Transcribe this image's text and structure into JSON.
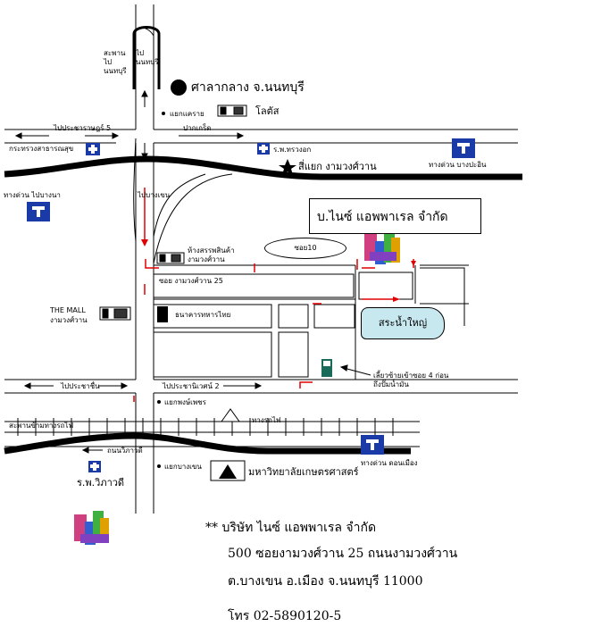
{
  "map": {
    "company_box": "บ.ไนซ์ แอพพาเรล จำกัด",
    "soi10": "ซอย10",
    "lake": "สระน้ำใหญ่",
    "city_hall": "ศาลากลาง จ.นนทบุรี",
    "lotus": "โลตัส",
    "intersection": "สี่แยก งามวงศ์วาน",
    "hospital_chaloem": "ร.พ.ทรวงอก",
    "to_pracharat5": "ไปประชาราษฎร์ 5",
    "to_pakkret": "ปากเกร็ด",
    "ministry": "กระทรวงสาธารณสุข",
    "expressway_to_bangna": "ทางด่วน ไปบางนา",
    "expressway_bangpa_in": "ทางด่วน บางปะอิน",
    "shop_ngamwongwan": "ห้างสรรพสินค้า งามวงศ์วาน",
    "soi25": "ซอย งามวงศ์วาน 25",
    "the_mall": "THE MALL",
    "the_mall_sub": "งามวงศ์วาน",
    "thai_military_bank": "ธนาคารทหารไทย",
    "gas_station_note": "เลี้ยวซ้ายเข้าซอย 4 ก่อนถึงปั๊มน้ำมัน",
    "to_prachachuen": "ไปประชาชื่น",
    "prachaniwet2": "ไปประชานิเวศน์ 2",
    "phayathai": "แยกพงษ์เพชร",
    "railway": "ทางรถไฟ",
    "chatuchak_park": "สะพานข้ามทางรถไฟ",
    "vibhavadi": "ถนนวิภาวดี",
    "kaset_intersection": "แยกบางเขน",
    "kasetsart": "มหาวิทยาลัยเกษตรศาสตร์",
    "expressway_donmuang": "ทางด่วน ดอนเมือง",
    "hospital_vibhavadi": "ร.พ.วิภาวดี",
    "to_bangkhen": "ไปบางเขน",
    "bridge_north": "สะพาน ไปนนทบุรี",
    "north_arrow_label": "ไป นนทบุรี",
    "yak_khae_rai": "แยกแคราย"
  },
  "address": {
    "line1": "** บริษัท ไนซ์ แอพพาเรล จำกัด",
    "line2": "500 ซอยงามวงศ์วาน 25 ถนนงามวงศ์วาน",
    "line3": "ต.บางเขน อ.เมือง จ.นนทบุรี 11000",
    "line4": "โทร 02-5890120-5"
  }
}
